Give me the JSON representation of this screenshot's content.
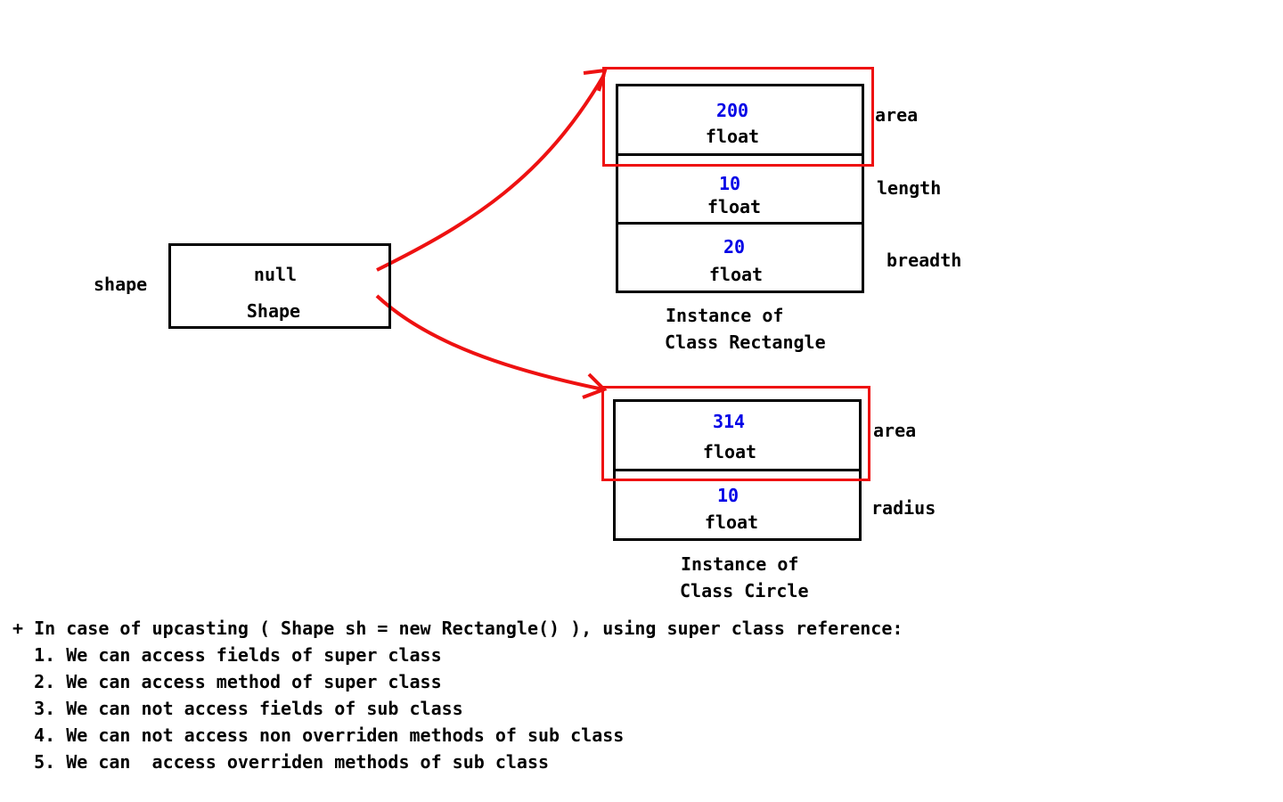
{
  "reference": {
    "var_name": "shape",
    "value": "null",
    "type": "Shape"
  },
  "rectangle": {
    "fields": [
      {
        "value": "200",
        "type": "float",
        "name": "area"
      },
      {
        "value": "10",
        "type": "float",
        "name": "length"
      },
      {
        "value": "20",
        "type": "float",
        "name": "breadth"
      }
    ],
    "caption_line1": "Instance of",
    "caption_line2": "Class Rectangle"
  },
  "circle": {
    "fields": [
      {
        "value": "314",
        "type": "float",
        "name": "area"
      },
      {
        "value": "10",
        "type": "float",
        "name": "radius"
      }
    ],
    "caption_line1": "Instance of",
    "caption_line2": "Class Circle"
  },
  "notes": {
    "heading": "+ In case of upcasting ( Shape sh = new Rectangle() ), using super class reference:",
    "items": [
      "  1. We can access fields of super class",
      "  2. We can access method of super class",
      "  3. We can not access fields of sub class",
      "  4. We can not access non overriden methods of sub class",
      "  5. We can  access overriden methods of sub class"
    ]
  },
  "colors": {
    "value_text": "#0000e6",
    "highlight": "#ee1111",
    "border": "#000000"
  }
}
